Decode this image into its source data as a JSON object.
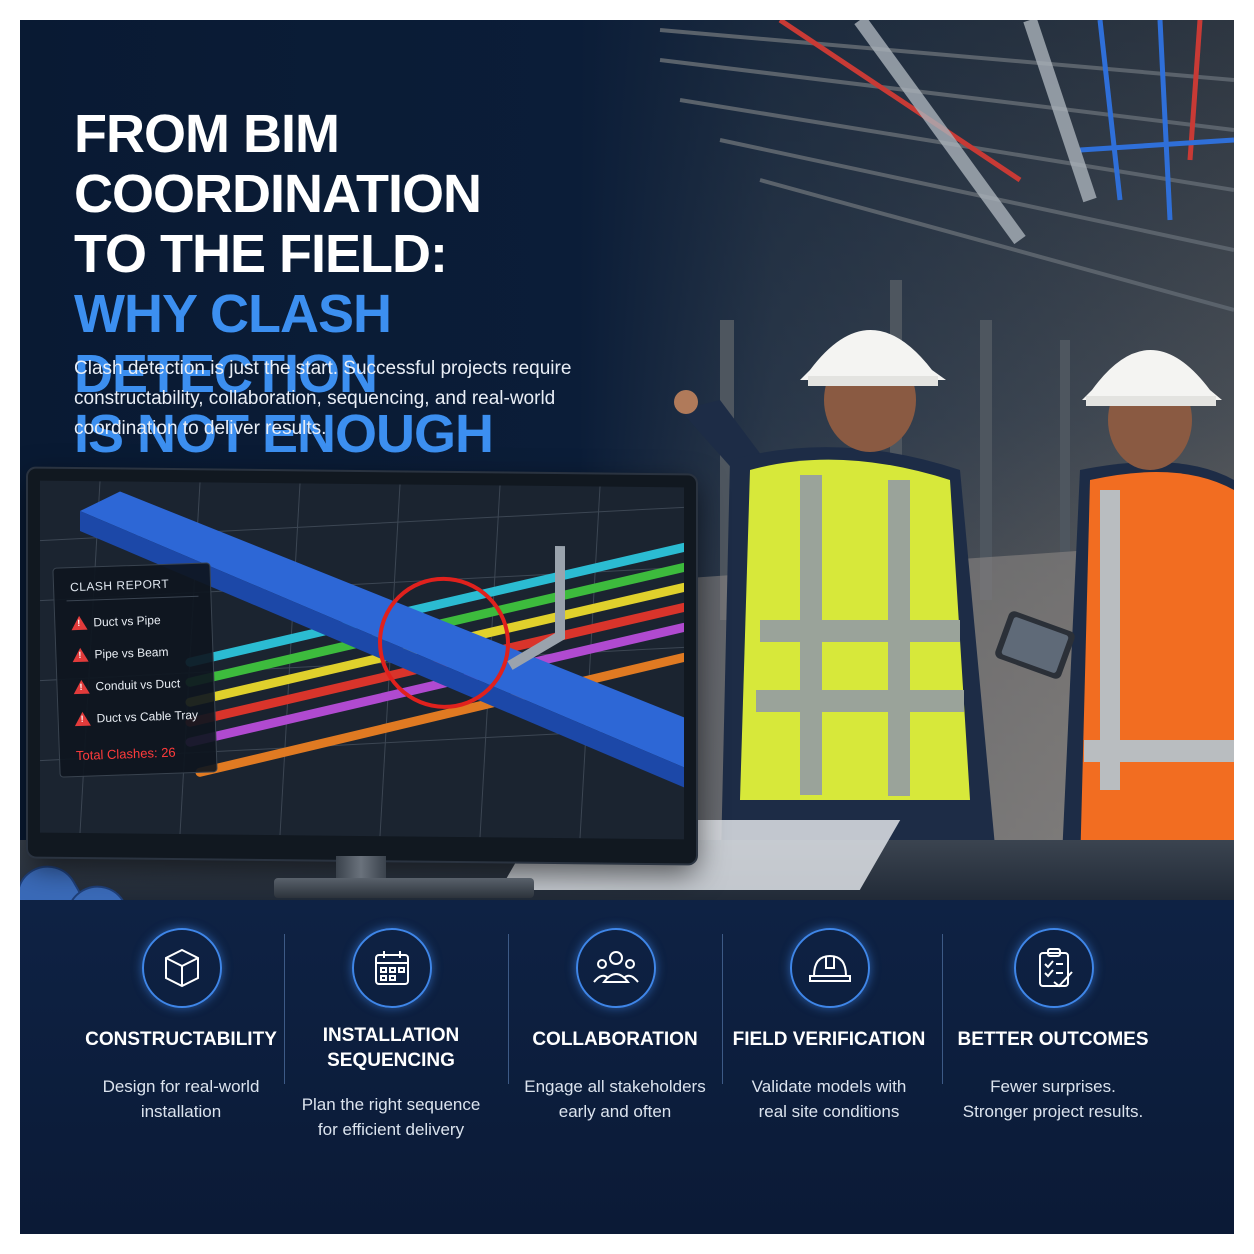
{
  "headline": {
    "line1": "FROM BIM COORDINATION",
    "line2": "TO THE FIELD:",
    "line3": "WHY CLASH DETECTION",
    "line4": "IS NOT ENOUGH"
  },
  "intro": "Clash detection is just the start. Successful projects require constructability, collaboration, sequencing, and real-world coordination to deliver results.",
  "clash_report": {
    "title": "CLASH REPORT",
    "items": [
      "Duct vs Pipe",
      "Pipe vs Beam",
      "Conduit vs Duct",
      "Duct vs Cable Tray"
    ],
    "total": "Total Clashes: 26"
  },
  "features": [
    {
      "icon": "cube-icon",
      "title": "CONSTRUCTABILITY",
      "desc_line1": "Design for real-world",
      "desc_line2": "installation"
    },
    {
      "icon": "calendar-icon",
      "title_line1": "INSTALLATION",
      "title_line2": "SEQUENCING",
      "desc_line1": "Plan the right sequence",
      "desc_line2": "for efficient delivery"
    },
    {
      "icon": "team-icon",
      "title": "COLLABORATION",
      "desc_line1": "Engage all stakeholders",
      "desc_line2": "early and often"
    },
    {
      "icon": "hard-hat-icon",
      "title": "FIELD VERIFICATION",
      "desc_line1": "Validate models with",
      "desc_line2": "real site conditions"
    },
    {
      "icon": "checklist-icon",
      "title": "BETTER OUTCOMES",
      "desc_line1": "Fewer surprises.",
      "desc_line2": "Stronger project results."
    }
  ],
  "colors": {
    "accent_blue": "#3c8ff0",
    "clash_red": "#e23b3b",
    "background_navy": "#0c1b33",
    "vest_yellow": "#d7e83a",
    "vest_orange": "#f26d21"
  }
}
